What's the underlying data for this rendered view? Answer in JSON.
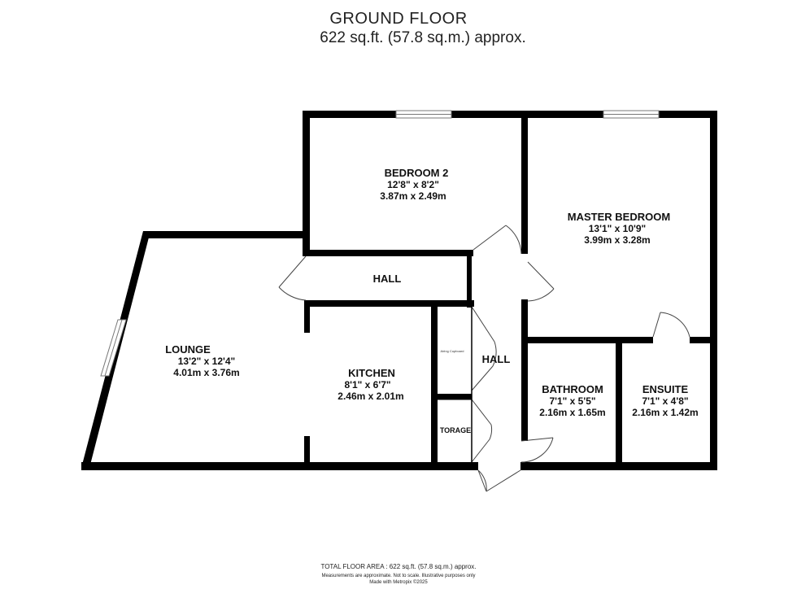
{
  "header": {
    "title": "GROUND FLOOR",
    "area": "622 sq.ft. (57.8 sq.m.) approx."
  },
  "rooms": {
    "bedroom2": {
      "name": "BEDROOM 2",
      "imperial": "12'8\"  x 8'2\"",
      "metric": "3.87m  x 2.49m"
    },
    "master": {
      "name": "MASTER BEDROOM",
      "imperial": "13'1\"  x 10'9\"",
      "metric": "3.99m  x 3.28m"
    },
    "hall_upper": {
      "name": "HALL"
    },
    "lounge": {
      "name": "LOUNGE",
      "imperial": "13'2\"  x 12'4\"",
      "metric": "4.01m  x 3.76m"
    },
    "kitchen": {
      "name": "KITCHEN",
      "imperial": "8'1\"  x 6'7\"",
      "metric": "2.46m  x 2.01m"
    },
    "hall_lower": {
      "name": "HALL"
    },
    "bathroom": {
      "name": "BATHROOM",
      "imperial": "7'1\"  x 5'5\"",
      "metric": "2.16m  x 1.65m"
    },
    "ensuite": {
      "name": "ENSUITE",
      "imperial": "7'1\"  x 4'8\"",
      "metric": "2.16m  x 1.42m"
    },
    "storage": {
      "name": "TORAGE"
    },
    "cupboard": {
      "name": "Airing Cupboard"
    }
  },
  "footer": {
    "total": "TOTAL FLOOR AREA : 622 sq.ft. (57.8 sq.m.) approx.",
    "disclaimer": "Measurements are approximate.  Not to scale.  Illustrative purposes only",
    "credit": "Made with Metropix ©2025"
  },
  "colors": {
    "wall": "#000000",
    "background": "#ffffff",
    "text": "#111111"
  }
}
